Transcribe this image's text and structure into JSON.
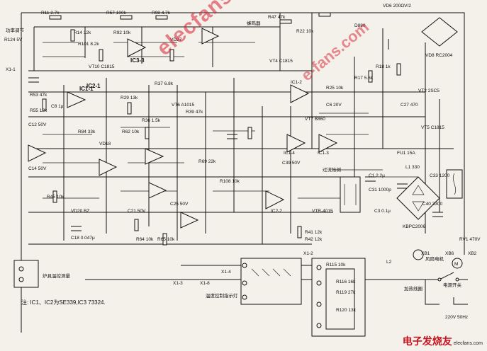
{
  "labels": {
    "power_adjust": "功率调节",
    "furnace_temp": "炉具温控测量",
    "temp_ctrl_lamp": "温度控制指示灯",
    "heating_coil": "加热线圈",
    "fan": "风扇电机",
    "power_switch": "电源开关",
    "buzzer": "蜂鸣器",
    "pan_detect": "过流检测",
    "mains": "220V 50Hz",
    "tc1": "IC1-1",
    "tc2": "IC2-1",
    "ic3": "IC3-3",
    "ic1_4": "IC1-4",
    "ic1_3": "IC1-3",
    "ic2_2": "IC2-2",
    "ic1_2": "IC1-2",
    "kbpc": "KBPC2006",
    "d880": "D880",
    "vtr": "VTR-4015",
    "igbt": "VT2 2SC5",
    "vd": "VD6 200ΩV/2",
    "rc2": "VD8 RC2004"
  },
  "components": [
    "R11 2.7k",
    "R57 100k",
    "R98 4.7k",
    "R14 12k",
    "R124 5V",
    "R101 8.2k",
    "VT10 C1815",
    "R92 10k",
    "VD27",
    "R47 47k",
    "R22 10k",
    "R18 1k",
    "R17 5.6k",
    "R25 10k",
    "C6 20V",
    "R53 47k",
    "R55 12k",
    "C8 1μ",
    "R29 13k",
    "R37 6.8k",
    "C12 50V",
    "C14 50V",
    "VD18",
    "R62 10k",
    "R84 33k",
    "R36 1.5k",
    "R39 47k",
    "VD20 BZ",
    "C18 0.047μ",
    "R45 10k",
    "C21 50V",
    "R64 10k",
    "R65 10k",
    "R108 10k",
    "C25 50V",
    "R69 22k",
    "R115 10k",
    "R116 16k",
    "R119 27k",
    "R120 13k",
    "C39 50V",
    "C40 3300",
    "C27 470",
    "L1 330",
    "L2",
    "C31 1000p",
    "C33 1200",
    "C1 2.2μ",
    "C3 0.1μ",
    "RV1 470V",
    "FU1 15A",
    "XB1",
    "XB2",
    "XB6",
    "X1-4",
    "X1-2",
    "X1-3",
    "X1-8",
    "X1-1",
    "R41 12k",
    "R42 12k",
    "VT4 C1815",
    "VT5 C1815",
    "VT6 A1015",
    "VT7 B860"
  ],
  "note": "注: IC1、IC2为SE339,IC3 73324.",
  "watermark": "elecfans.com",
  "watermark2": "e-fans.com",
  "brand": "电子发烧友",
  "brand_url": "elecfans.com"
}
